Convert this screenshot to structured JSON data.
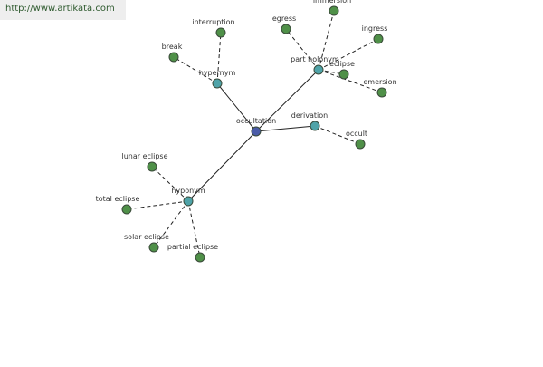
{
  "source_link": {
    "text": "http://www.artikata.com"
  },
  "colors": {
    "root": "#4b5ca8",
    "relation": "#4fa3a8",
    "leaf": "#4f9048"
  },
  "graph": {
    "nodes": [
      {
        "id": "occultation",
        "label": "occultation",
        "kind": "root"
      },
      {
        "id": "hypernym",
        "label": "hypernym",
        "kind": "relation"
      },
      {
        "id": "part-holonym",
        "label": "part holonym",
        "kind": "relation"
      },
      {
        "id": "derivation",
        "label": "derivation",
        "kind": "relation"
      },
      {
        "id": "hyponym",
        "label": "hyponym",
        "kind": "relation"
      },
      {
        "id": "interruption",
        "label": "interruption",
        "kind": "leaf"
      },
      {
        "id": "break",
        "label": "break",
        "kind": "leaf"
      },
      {
        "id": "egress",
        "label": "egress",
        "kind": "leaf"
      },
      {
        "id": "immersion",
        "label": "immersion",
        "kind": "leaf"
      },
      {
        "id": "ingress",
        "label": "ingress",
        "kind": "leaf"
      },
      {
        "id": "eclipse",
        "label": "eclipse",
        "kind": "leaf"
      },
      {
        "id": "emersion",
        "label": "emersion",
        "kind": "leaf"
      },
      {
        "id": "occult",
        "label": "occult",
        "kind": "leaf"
      },
      {
        "id": "lunar-eclipse",
        "label": "lunar eclipse",
        "kind": "leaf"
      },
      {
        "id": "total-eclipse",
        "label": "total eclipse",
        "kind": "leaf"
      },
      {
        "id": "solar-eclipse",
        "label": "solar eclipse",
        "kind": "leaf"
      },
      {
        "id": "partial-eclipse",
        "label": "partial eclipse",
        "kind": "leaf"
      }
    ],
    "edges": [
      {
        "from": "occultation",
        "to": "hypernym",
        "style": "solid"
      },
      {
        "from": "occultation",
        "to": "part-holonym",
        "style": "solid"
      },
      {
        "from": "occultation",
        "to": "derivation",
        "style": "solid"
      },
      {
        "from": "occultation",
        "to": "hyponym",
        "style": "solid"
      },
      {
        "from": "hypernym",
        "to": "interruption",
        "style": "dashed"
      },
      {
        "from": "hypernym",
        "to": "break",
        "style": "dashed"
      },
      {
        "from": "part-holonym",
        "to": "egress",
        "style": "dashed"
      },
      {
        "from": "part-holonym",
        "to": "immersion",
        "style": "dashed"
      },
      {
        "from": "part-holonym",
        "to": "ingress",
        "style": "dashed"
      },
      {
        "from": "part-holonym",
        "to": "eclipse",
        "style": "dashed"
      },
      {
        "from": "part-holonym",
        "to": "emersion",
        "style": "dashed"
      },
      {
        "from": "derivation",
        "to": "occult",
        "style": "dashed"
      },
      {
        "from": "hyponym",
        "to": "lunar-eclipse",
        "style": "dashed"
      },
      {
        "from": "hyponym",
        "to": "total-eclipse",
        "style": "dashed"
      },
      {
        "from": "hyponym",
        "to": "solar-eclipse",
        "style": "dashed"
      },
      {
        "from": "hyponym",
        "to": "partial-eclipse",
        "style": "dashed"
      }
    ]
  }
}
